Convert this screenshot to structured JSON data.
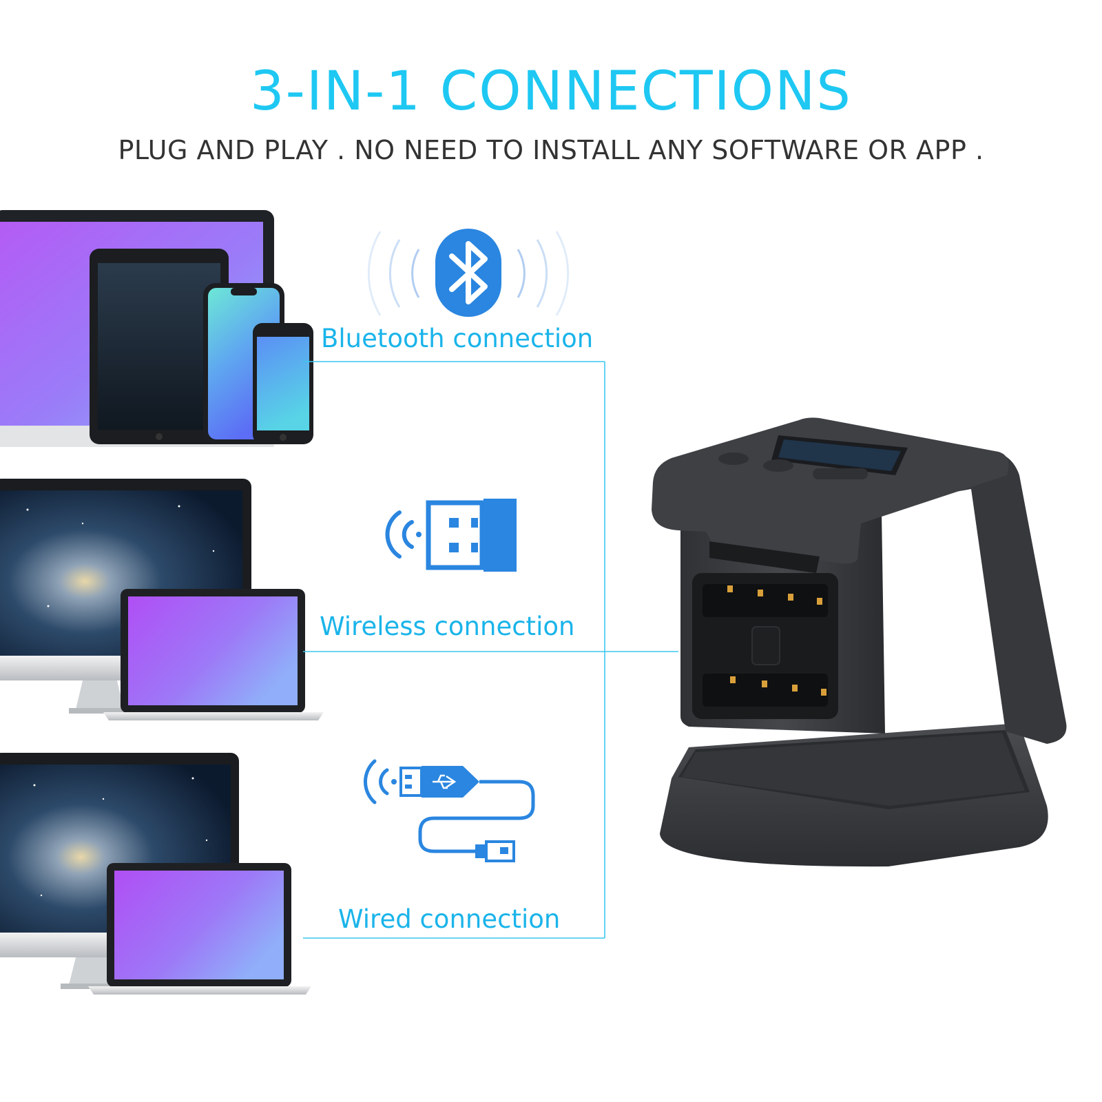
{
  "header": {
    "title": "3-IN-1 CONNECTIONS",
    "subtitle": "PLUG AND PLAY . NO NEED TO INSTALL ANY SOFTWARE OR APP ."
  },
  "connections": [
    {
      "label": "Bluetooth connection",
      "icon": "bluetooth-icon"
    },
    {
      "label": "Wireless connection",
      "icon": "usb-dongle-icon"
    },
    {
      "label": "Wired connection",
      "icon": "usb-cable-icon"
    }
  ],
  "colors": {
    "title": "#1ec8f2",
    "subtitle": "#333333",
    "label": "#1ab4ea",
    "line": "#3cc6ef",
    "icon_blue": "#2a86e0",
    "scanner_body": "#3a3c40"
  }
}
